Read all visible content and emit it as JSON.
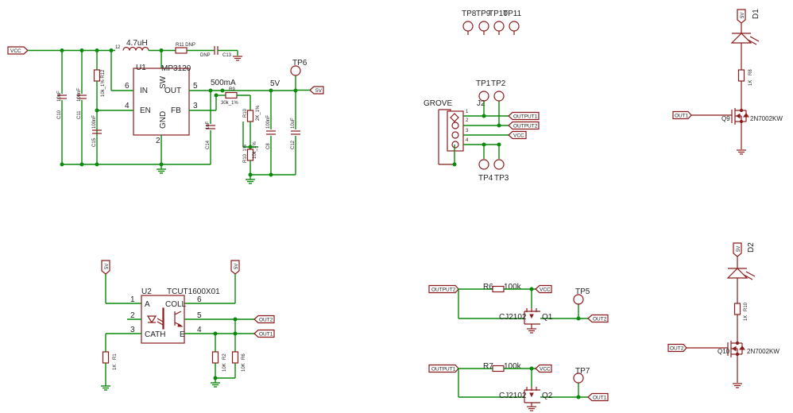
{
  "power_net_vcc": "VCC",
  "power_net_5v": "5V",
  "regulator": {
    "ref": "U1",
    "part": "MP3120",
    "pin_in": "IN",
    "pin_en": "EN",
    "pin_sw": "SW",
    "pin_out": "OUT",
    "pin_gnd": "GND",
    "pin_fb": "FB",
    "pin_nums": {
      "in": "6",
      "en": "4",
      "out": "5",
      "fb": "3",
      "gnd": "2",
      "sw": "1"
    },
    "inductor": "4.7uH",
    "current": "500mA",
    "r11": "R11 DNP",
    "dnp": "DNP",
    "c13": "C13",
    "r12": "10k_1% R12",
    "r9": "R9",
    "r9_val": "30k_1%",
    "r10": "R10",
    "r10_val": "2K_1%",
    "r10b": "R10_1%",
    "r10b_val": "10k_1%",
    "c10": "C10",
    "c10_val": "10uF",
    "c11": "C11",
    "c11_val": "100nF",
    "c15": "C15",
    "c15_val": "100nF",
    "c14": "C14",
    "c14_val": "1nF",
    "c8": "C8",
    "c8_val": "100nF",
    "c12": "C12",
    "c12_val": "10uF",
    "pin_num2": "2"
  },
  "testpoints": {
    "tp6": "TP6",
    "tp8": "TP8",
    "tp9": "TP9",
    "tp10": "TP10",
    "tp11": "TP11",
    "tp1": "TP1",
    "tp2": "TP2",
    "tp3": "TP3",
    "tp4": "TP4",
    "tp5": "TP5",
    "tp7": "TP7"
  },
  "connector": {
    "ref": "J2",
    "name": "GROVE",
    "pins": [
      "1",
      "2",
      "3",
      "4"
    ],
    "labels": [
      "OUTPUT1",
      "OUTPUT2",
      "VCC"
    ]
  },
  "led_driver_1": {
    "rail": "5V",
    "led": "D1",
    "r": "R8",
    "r_val": "1K",
    "net": "OUT1",
    "fet_ref": "Q9",
    "fet_part": "2N7002KW"
  },
  "led_driver_2": {
    "rail": "5V",
    "led": "D2",
    "r": "R10",
    "r_val": "1K",
    "net": "OUT2",
    "fet_ref": "Q10",
    "fet_part": "2N7002KW"
  },
  "optocoupler": {
    "ref": "U2",
    "part": "TCUT1600X01",
    "rail_left": "5V",
    "rail_right": "5V",
    "pin_a": "A",
    "pin_cath": "CATH",
    "pin_coll": "COLL",
    "pin_e": "E",
    "nums": [
      "1",
      "2",
      "3",
      "6",
      "5",
      "4"
    ],
    "out2": "OUT2",
    "out1": "OUT1",
    "r1": "R1",
    "r1_val": "1K",
    "r2": "R2",
    "r2_val": "10K",
    "r6": "R6",
    "r6_val": "10K"
  },
  "buffer_1": {
    "in": "OUTPUT2",
    "r": "R6",
    "r_val": "100k",
    "vcc": "VCC",
    "fet_part": "CJ2102",
    "fet_ref": "Q1",
    "out": "OUT2"
  },
  "buffer_2": {
    "in": "OUTPUT1",
    "r": "R7",
    "r_val": "100k",
    "vcc": "VCC",
    "fet_part": "CJ2102",
    "fet_ref": "Q2",
    "out": "OUT1"
  }
}
